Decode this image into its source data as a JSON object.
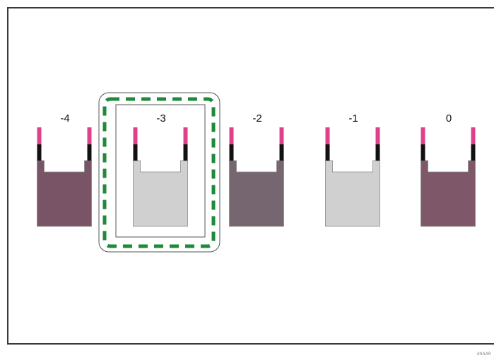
{
  "figure": {
    "corner_code": "d9AAR"
  },
  "options": [
    {
      "label": "-4",
      "fill": "#795467",
      "selected": false
    },
    {
      "label": "-3",
      "fill": "#d0d0d0",
      "selected": true
    },
    {
      "label": "-2",
      "fill": "#756670",
      "selected": false
    },
    {
      "label": "-1",
      "fill": "#d0d0d0",
      "selected": false
    },
    {
      "label": "0",
      "fill": "#7e5769",
      "selected": false
    }
  ],
  "colors": {
    "frame": "#3a3a3a",
    "tab_pink": "#e0408a",
    "tab_black": "#111111",
    "selection_dash": "#1f8a3a",
    "selection_outline": "#555555"
  }
}
